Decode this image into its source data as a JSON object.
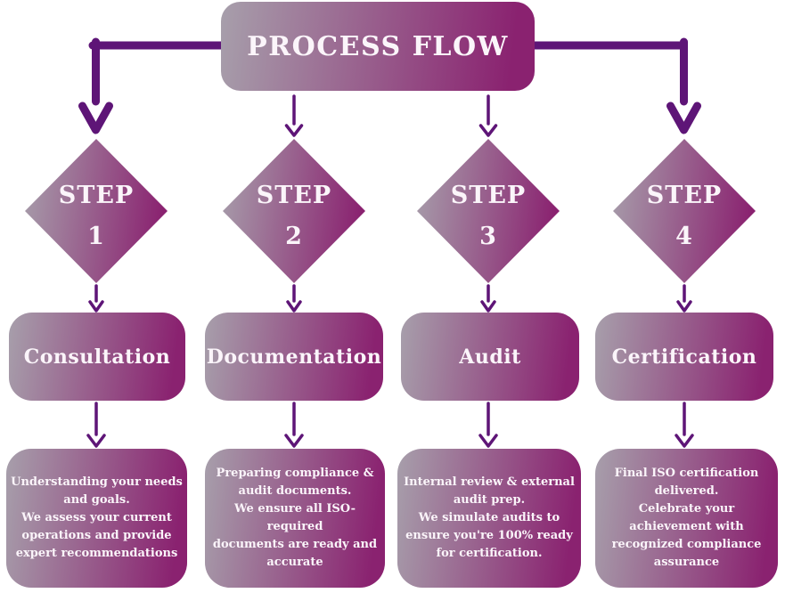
{
  "title": "PROCESS FLOW",
  "colors": {
    "gradient_start": "#a79fab",
    "gradient_end": "#8a2270",
    "arrow": "#5e1577",
    "text": "#fbf5fa"
  },
  "steps": [
    {
      "step_label": "STEP",
      "step_number": "1",
      "stage": "Consultation",
      "description": "Understanding your needs\nand goals.\nWe assess your current\noperations and provide\nexpert recommendations"
    },
    {
      "step_label": "STEP",
      "step_number": "2",
      "stage": "Documentation",
      "description": "Preparing compliance &\naudit documents.\nWe ensure all ISO-required\ndocuments are ready and\naccurate"
    },
    {
      "step_label": "STEP",
      "step_number": "3",
      "stage": "Audit",
      "description": "Internal review & external\naudit prep.\nWe simulate audits to\nensure you're 100% ready\nfor certification."
    },
    {
      "step_label": "STEP",
      "step_number": "4",
      "stage": "Certification",
      "description": "Final ISO certification\ndelivered.\nCelebrate your\nachievement with\nrecognized compliance\nassurance"
    }
  ]
}
